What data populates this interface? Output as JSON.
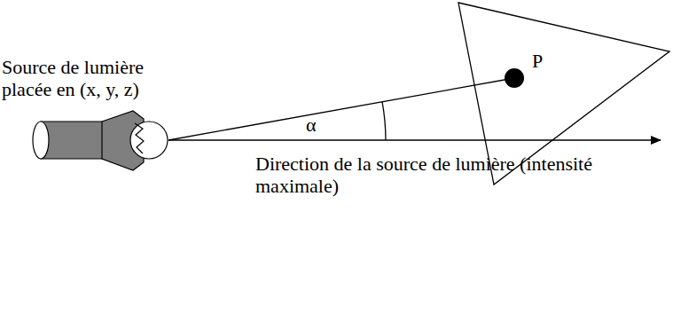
{
  "diagram": {
    "labels": [
      "Source de lumière placée en (x, y, z)",
      "α",
      "P",
      "Direction de la source de lumière (intensité maximale)"
    ]
  }
}
